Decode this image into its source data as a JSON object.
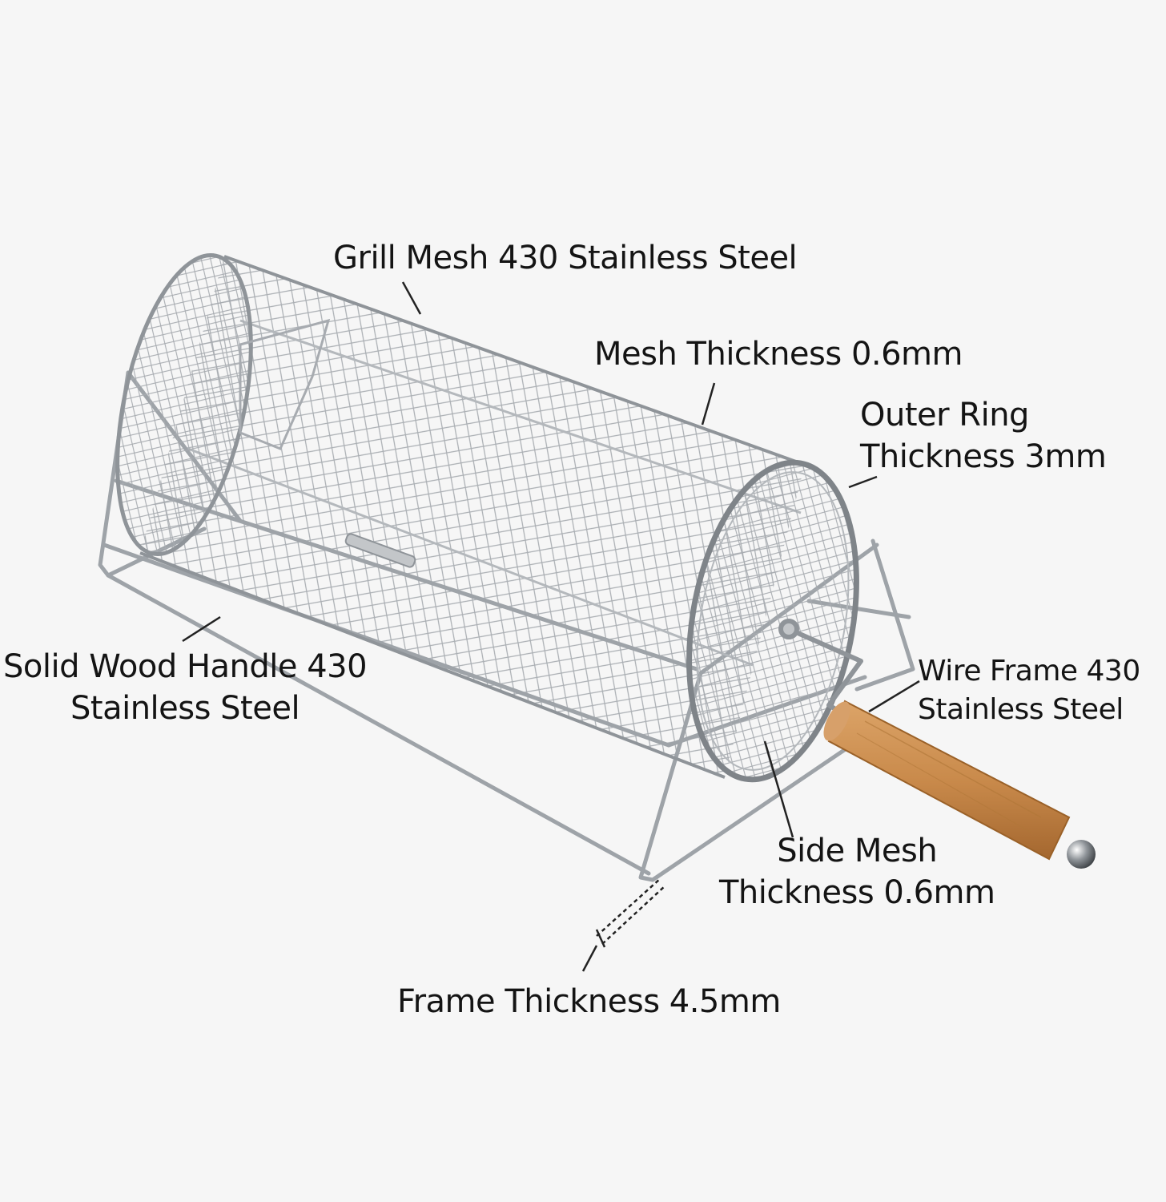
{
  "colors": {
    "background": "#f6f6f6",
    "wire": "#9ea3a8",
    "wire_dark": "#6f747a",
    "wood": "#c98a4b",
    "wood_dark": "#a4672f",
    "text": "#141414",
    "leader": "#222222"
  },
  "icons": {
    "product": "rotisserie-grill-basket-illustration",
    "handle_knob": "steel-ball-icon"
  },
  "labels": {
    "grill_mesh": {
      "line1": "Grill Mesh 430 Stainless Steel"
    },
    "mesh_thickness": {
      "line1": "Mesh Thickness 0.6mm"
    },
    "outer_ring": {
      "line1": "Outer Ring",
      "line2": "Thickness 3mm"
    },
    "wood_handle": {
      "line1": "Solid Wood Handle 430",
      "line2": "Stainless Steel"
    },
    "wire_frame": {
      "line1": "Wire Frame 430",
      "line2": "Stainless Steel"
    },
    "side_mesh": {
      "line1": "Side Mesh",
      "line2": "Thickness 0.6mm"
    },
    "frame_thickness": {
      "line1": "Frame Thickness 4.5mm"
    }
  }
}
